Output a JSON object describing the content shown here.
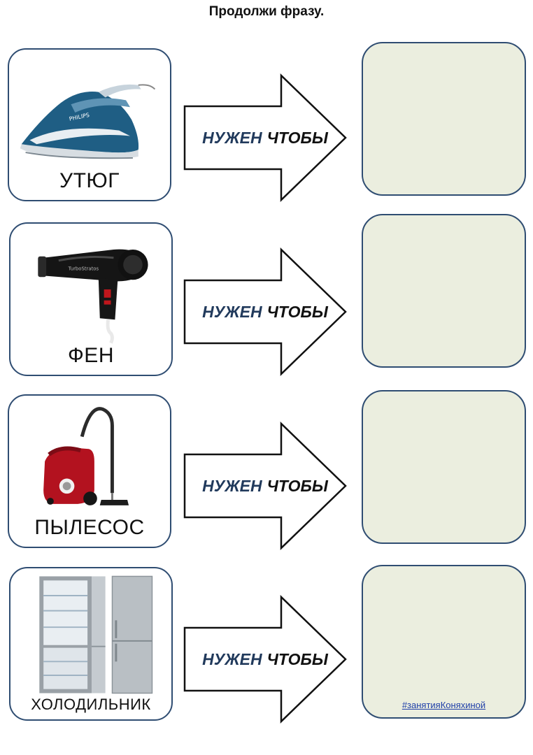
{
  "title": "Продолжи фразу.",
  "colors": {
    "border": "#2f4d72",
    "answer_fill": "#ebeedf",
    "accent_word": "#213a5c"
  },
  "rows": [
    {
      "label": "УТЮГ",
      "icon": "iron-icon",
      "phrase_1": "НУЖЕН",
      "phrase_2": "ЧТОБЫ"
    },
    {
      "label": "ФЕН",
      "icon": "hair-dryer-icon",
      "phrase_1": "НУЖЕН",
      "phrase_2": "ЧТОБЫ"
    },
    {
      "label": "ПЫЛЕСОС",
      "icon": "vacuum-cleaner-icon",
      "phrase_1": "НУЖЕН",
      "phrase_2": "ЧТОБЫ"
    },
    {
      "label": "ХОЛОДИЛЬНИК",
      "icon": "refrigerator-icon",
      "phrase_1": "НУЖЕН",
      "phrase_2": "ЧТОБЫ"
    }
  ],
  "hashtag": "#занятияКоняхиной"
}
